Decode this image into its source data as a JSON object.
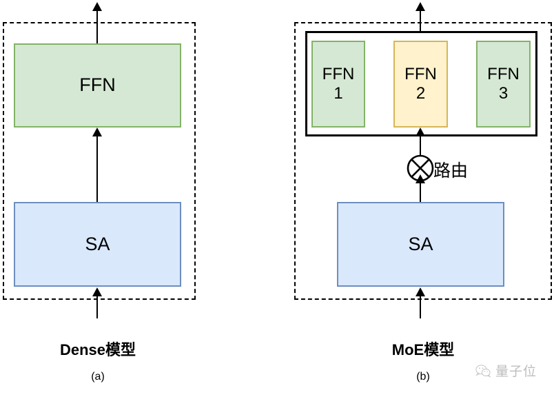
{
  "figure": {
    "title_implied": "Dense vs MoE transformer block comparison",
    "panels": [
      {
        "id": "a",
        "caption": "Dense模型",
        "index_label": "(a)",
        "blocks": [
          {
            "label": "FFN",
            "kind": "feed-forward",
            "color_fill": "#d5e8d4",
            "color_border": "#82b366"
          },
          {
            "label": "SA",
            "kind": "self-attention",
            "color_fill": "#dae8fc",
            "color_border": "#6c8ebf"
          }
        ]
      },
      {
        "id": "b",
        "caption": "MoE模型",
        "index_label": "(b)",
        "experts": [
          {
            "label": "FFN\n1",
            "name": "FFN 1",
            "active": false,
            "color_fill": "#d5e8d4",
            "color_border": "#82b366"
          },
          {
            "label": "FFN\n2",
            "name": "FFN 2",
            "active": true,
            "color_fill": "#fff2cc",
            "color_border": "#d6b656"
          },
          {
            "label": "FFN\n3",
            "name": "FFN 3",
            "active": false,
            "color_fill": "#d5e8d4",
            "color_border": "#82b366"
          }
        ],
        "router": {
          "label": "路由",
          "symbol": "circle-with-x"
        },
        "blocks": [
          {
            "label": "SA",
            "kind": "self-attention",
            "color_fill": "#dae8fc",
            "color_border": "#6c8ebf"
          }
        ]
      }
    ]
  },
  "watermark": {
    "text": "量子位",
    "logo_icon": "wechat-icon"
  },
  "colors": {
    "green_fill": "#d5e8d4",
    "green_border": "#82b366",
    "blue_fill": "#dae8fc",
    "blue_border": "#6c8ebf",
    "orange_fill": "#fff2cc",
    "orange_border": "#d6b656",
    "stroke": "#000000",
    "background": "#ffffff"
  }
}
